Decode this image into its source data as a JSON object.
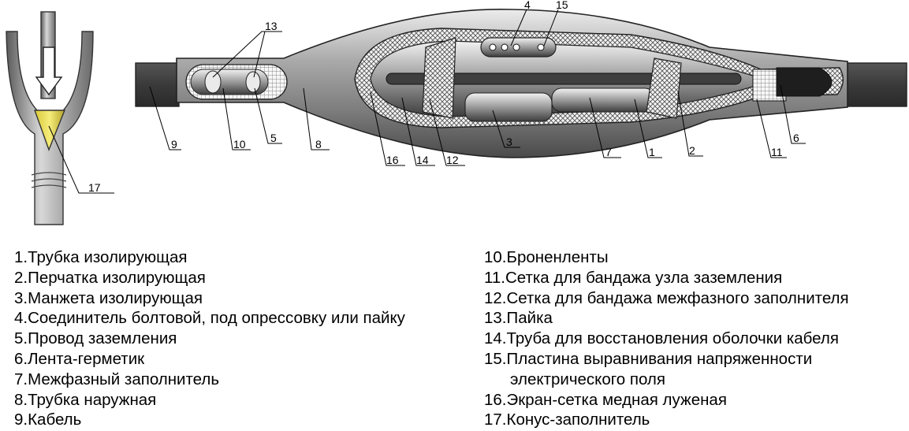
{
  "callouts": [
    "1",
    "2",
    "3",
    "4",
    "5",
    "6",
    "7",
    "8",
    "9",
    "10",
    "11",
    "12",
    "13",
    "14",
    "15",
    "16",
    "17"
  ],
  "legend": {
    "left": [
      "1.Трубка изолирующая",
      "2.Перчатка изолирующая",
      "3.Манжета изолирующая",
      "4.Соединитель болтовой, под опрессовку или пайку",
      "5.Провод заземления",
      "6.Лента-герметик",
      "7.Межфазный заполнитель",
      "8.Трубка наружная",
      "9.Кабель"
    ],
    "right": [
      "10.Броненленты",
      "11.Сетка для бандажа узла заземления",
      "12.Сетка для бандажа межфазного заполнителя",
      "13.Пайка",
      "14.Труба для восстановления оболочки кабеля",
      "15.Пластина выравнивания напряженности",
      "электрического поля",
      "16.Экран-сетка медная луженая",
      "17.Конус-заполнитель"
    ]
  }
}
